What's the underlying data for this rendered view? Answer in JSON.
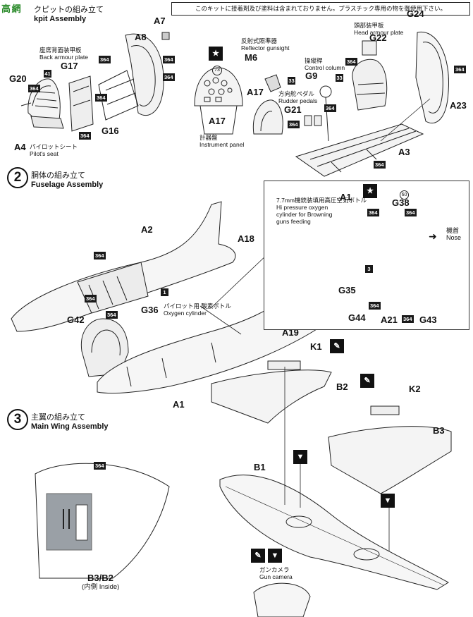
{
  "header": {
    "watermark_top": "高 網",
    "notice": "このキットに接着剤及び塗料は含まれておりません。プラスチック専用の物を御使用下さい。"
  },
  "step1": {
    "title_jp": "クピットの組み立て",
    "title_en": "kpit Assembly",
    "parts": {
      "A7": "A7",
      "A8": "A8",
      "G17": "G17",
      "G20": "G20",
      "A4": "A4",
      "G16": "G16",
      "A17": "A17",
      "A17b": "A17",
      "M6": "M6",
      "G9": "G9",
      "G21": "G21",
      "G24": "G24",
      "G22": "G22",
      "A23": "A23",
      "A3": "A3"
    },
    "notes": {
      "back_armour_jp": "座席背面装甲板",
      "back_armour_en": "Back armour plate",
      "pilot_seat_jp": "パイロットシート",
      "pilot_seat_en": "Pilot's seat",
      "gunsight_jp": "反射式照準器",
      "gunsight_en": "Reflector gunsight",
      "control_jp": "操縦桿",
      "control_en": "Control column",
      "rudder_jp": "方向舵ペダル",
      "rudder_en": "Rudder pedals",
      "head_armour_jp": "頭部装甲板",
      "head_armour_en": "Head armour plate",
      "panel_jp": "計器盤",
      "panel_en": "Instrument panel"
    }
  },
  "step2": {
    "number": "2",
    "title_jp": "胴体の組み立て",
    "title_en": "Fuselage Assembly",
    "parts": {
      "A2": "A2",
      "A18": "A18",
      "G36": "G36",
      "G42": "G42",
      "A1": "A1",
      "A19": "A19"
    },
    "oxygen_jp": "パイロット用 酸素ボトル",
    "oxygen_en": "Oxygen cylinder",
    "callout": {
      "A1": "A1",
      "G38": "G38",
      "G35": "G35",
      "G44": "G44",
      "A21": "A21",
      "G43": "G43",
      "note_jp": "7.7mm機銃装填用高圧空気ボトル",
      "note_en1": "Hi pressure oxygen",
      "note_en2": "cylinder for Browning",
      "note_en3": "guns feeding",
      "nose_jp": "機首",
      "nose_en": "Nose",
      "decal_number": "60"
    }
  },
  "step3": {
    "number": "3",
    "title_jp": "主翼の組み立て",
    "title_en": "Main Wing Assembly",
    "parts": {
      "K1": "K1",
      "B2": "B2",
      "K2": "K2",
      "B3": "B3",
      "B1": "B1"
    },
    "inside_label": "B3/B2",
    "inside_jp": "(内側 Inside)",
    "camera_jp": "ガンカメラ",
    "camera_en": "Gun camera"
  },
  "badges": {
    "c364": "364",
    "c41": "41",
    "c33": "33",
    "c1": "1",
    "c3": "3",
    "c73": "73"
  }
}
